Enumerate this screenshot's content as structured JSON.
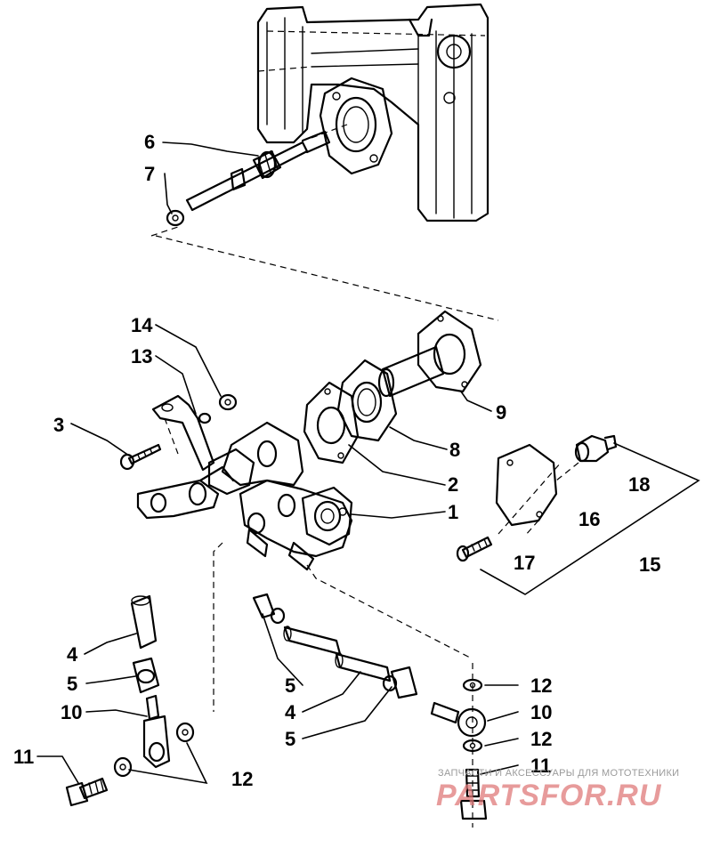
{
  "diagram": {
    "callouts": {
      "c6": "6",
      "c7": "7",
      "c14": "14",
      "c13": "13",
      "c3": "3",
      "c9": "9",
      "c8": "8",
      "c2": "2",
      "c1": "1",
      "c18": "18",
      "c16": "16",
      "c17": "17",
      "c15": "15",
      "c4a": "4",
      "c5a": "5",
      "c10a": "10",
      "c11a": "11",
      "c12a": "12",
      "c5b": "5",
      "c4b": "4",
      "c5c": "5",
      "c12b": "12",
      "c10b": "10",
      "c12c": "12",
      "c11b": "11"
    }
  },
  "watermark": {
    "caption": "ЗАПЧАСТИ И АКСЕССУАРЫ ДЛЯ МОТОТЕХНИКИ",
    "logo": "PARTSFOR.RU",
    "logo_color": "#e07a7a"
  }
}
